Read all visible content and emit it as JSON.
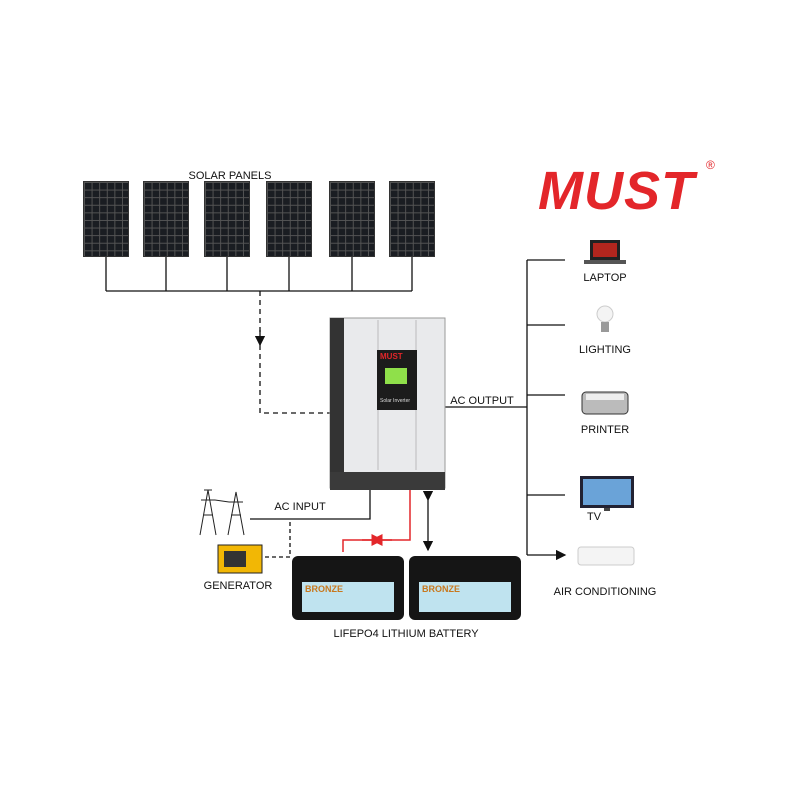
{
  "brand": {
    "name": "MUST",
    "registered": "®",
    "color": "#e3262a"
  },
  "labels": {
    "solar_panels": "SOLAR PANELS",
    "ac_output": "AC OUTPUT",
    "ac_input": "AC INPUT",
    "generator": "GENERATOR",
    "battery": "LIFEPO4 LITHIUM BATTERY"
  },
  "inverter": {
    "brand": "MUST",
    "model_label": "Solar Inverter"
  },
  "battery_badge": "BRONZE",
  "loads": [
    {
      "label": "LAPTOP",
      "icon": "laptop-icon"
    },
    {
      "label": "LIGHTING",
      "icon": "light-bulb-icon"
    },
    {
      "label": "PRINTER",
      "icon": "printer-icon"
    },
    {
      "label": "TV",
      "icon": "tv-icon"
    },
    {
      "label": "AIR CONDITIONING",
      "icon": "air-conditioner-icon"
    }
  ],
  "colors": {
    "battery_line": "#e3262a",
    "wire": "#111111"
  }
}
